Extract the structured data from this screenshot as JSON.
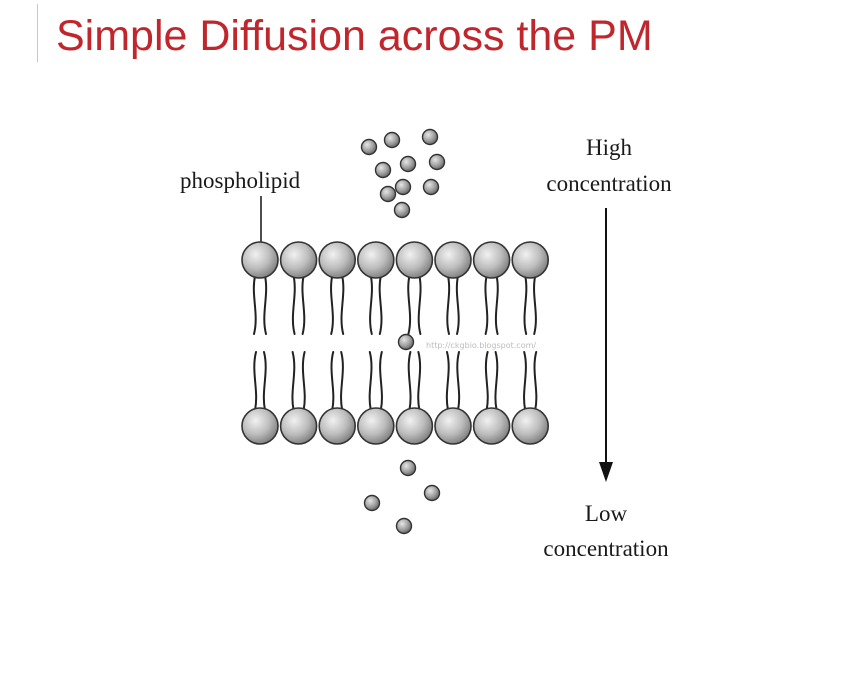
{
  "slide": {
    "title": "Simple Diffusion across the PM",
    "title_color": "#c0272d"
  },
  "diagram": {
    "label_phospholipid": "phospholipid",
    "high_line1": "High",
    "high_line2": "concentration",
    "low_line1": "Low",
    "low_line2": "concentration",
    "watermark": "http://ckgbio.blogspot.com/",
    "molecule_count_above": 10,
    "molecule_count_in_membrane": 1,
    "molecule_count_below": 4,
    "phospholipids_per_layer": 8
  }
}
